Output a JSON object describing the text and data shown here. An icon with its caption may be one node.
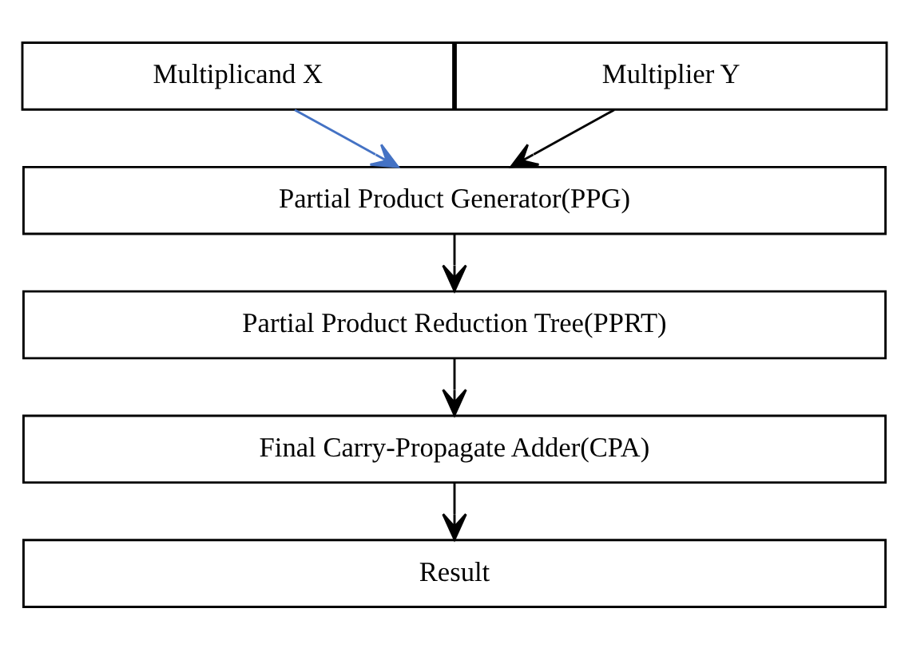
{
  "diagram": {
    "nodes": [
      {
        "text": [
          "Multiplicand X"
        ]
      },
      {
        "text": [
          "Multiplier Y"
        ]
      },
      {
        "text": [
          "Partial Product Generator(PPG)"
        ]
      },
      {
        "text": [
          "Partial Product Reduction Tree(PPRT)"
        ]
      },
      {
        "text": [
          "Final Carry-Propagate Adder(CPA)"
        ]
      },
      {
        "text": [
          "Result"
        ]
      }
    ],
    "edges": [
      {
        "from": 0,
        "to": 2,
        "arrow": "to",
        "color": "#4472c4"
      },
      {
        "from": 1,
        "to": 2,
        "arrow": "to"
      },
      {
        "from": 2,
        "to": 3,
        "arrow": "to"
      },
      {
        "from": 3,
        "to": 4,
        "arrow": "to"
      },
      {
        "from": 4,
        "to": 5,
        "arrow": "to"
      }
    ]
  }
}
